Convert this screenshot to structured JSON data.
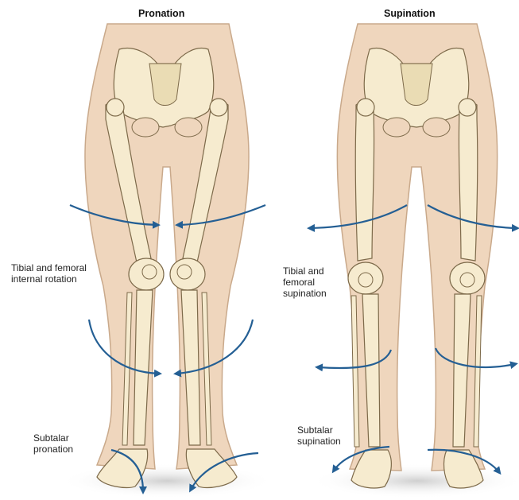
{
  "panels": {
    "left": {
      "title": "Pronation",
      "label_upper": "Tibial and femoral\ninternal rotation",
      "label_lower": "Subtalar\npronation"
    },
    "right": {
      "title": "Supination",
      "label_upper": "Tibial and\nfemoral\nsupination",
      "label_lower": "Subtalar\nsupination"
    }
  },
  "colors": {
    "skin": "#efd6bd",
    "skin_edge": "#c9a98b",
    "bone": "#f6ebcf",
    "bone_edge": "#7d6a4a",
    "arrow": "#245f94",
    "shadow": "#d9d9d9"
  },
  "icons": {
    "arrow": "curved-rotation-arrow"
  }
}
